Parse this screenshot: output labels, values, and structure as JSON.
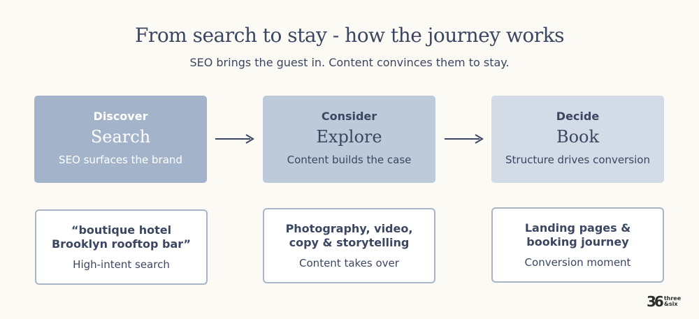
{
  "header": {
    "title": "From search to stay - how the journey works",
    "subtitle": "SEO brings the guest in. Content convinces them to stay."
  },
  "stages": [
    {
      "phase": "Discover",
      "name": "Search",
      "desc": "SEO surfaces the brand"
    },
    {
      "phase": "Consider",
      "name": "Explore",
      "desc": "Content builds the case"
    },
    {
      "phase": "Decide",
      "name": "Book",
      "desc": "Structure drives conversion"
    }
  ],
  "cards": [
    {
      "line1": "“boutique hotel",
      "line2": "Brooklyn rooftop bar”",
      "desc": "High-intent search"
    },
    {
      "line1": "Photography, video,",
      "line2": "copy & storytelling",
      "desc": "Content takes over"
    },
    {
      "line1": "Landing pages &",
      "line2": "booking journey",
      "desc": "Conversion moment"
    }
  ],
  "logo": {
    "mark": "36",
    "line1": "three",
    "line2": "&six"
  },
  "colors": {
    "background": "#fcfaf5",
    "text": "#3b4661",
    "stage1": "#a3b4ca",
    "stage2": "#bccada",
    "stage3": "#d2dbe6"
  }
}
